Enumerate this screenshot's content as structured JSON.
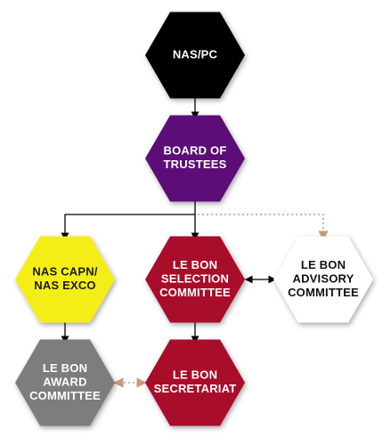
{
  "diagram": {
    "nodes": [
      {
        "id": "nas-pc",
        "lines": [
          "NAS/PC"
        ],
        "fill": "#000000",
        "text_color": "#ffffff"
      },
      {
        "id": "board-of-trustees",
        "lines": [
          "BOARD OF",
          "TRUSTEES"
        ],
        "fill": "#5c0a78",
        "text_color": "#ffffff"
      },
      {
        "id": "nas-capn-exco",
        "lines": [
          "NAS CAPN/",
          "NAS EXCO"
        ],
        "fill": "#f5ee14",
        "text_color": "#1a1a1a"
      },
      {
        "id": "le-bon-selection-committee",
        "lines": [
          "LE BON",
          "SELECTION",
          "COMMITTEE"
        ],
        "fill": "#a8102c",
        "text_color": "#ffffff"
      },
      {
        "id": "le-bon-advisory-committee",
        "lines": [
          "LE BON",
          "ADVISORY",
          "COMMITTEE"
        ],
        "fill": "#ffffff",
        "text_color": "#111111"
      },
      {
        "id": "le-bon-award-committee",
        "lines": [
          "LE BON",
          "AWARD",
          "COMMITTEE"
        ],
        "fill": "#7d7d7d",
        "text_color": "#ffffff"
      },
      {
        "id": "le-bon-secretariat",
        "lines": [
          "LE BON",
          "SECRETARIAT"
        ],
        "fill": "#a8102c",
        "text_color": "#ffffff"
      }
    ],
    "edges": [
      {
        "from": "nas-pc",
        "to": "board-of-trustees",
        "style": "solid"
      },
      {
        "from": "board-of-trustees",
        "to": "nas-capn-exco",
        "style": "solid"
      },
      {
        "from": "board-of-trustees",
        "to": "le-bon-selection-committee",
        "style": "solid"
      },
      {
        "from": "board-of-trustees",
        "to": "le-bon-advisory-committee",
        "style": "dotted"
      },
      {
        "from": "le-bon-selection-committee",
        "to": "le-bon-advisory-committee",
        "style": "solid-bidirectional"
      },
      {
        "from": "nas-capn-exco",
        "to": "le-bon-award-committee",
        "style": "solid"
      },
      {
        "from": "le-bon-selection-committee",
        "to": "le-bon-secretariat",
        "style": "solid"
      },
      {
        "from": "le-bon-award-committee",
        "to": "le-bon-secretariat",
        "style": "dotted-bidirectional"
      }
    ],
    "colors": {
      "solid_line": "#000000",
      "dotted_line": "#c9997a"
    }
  }
}
